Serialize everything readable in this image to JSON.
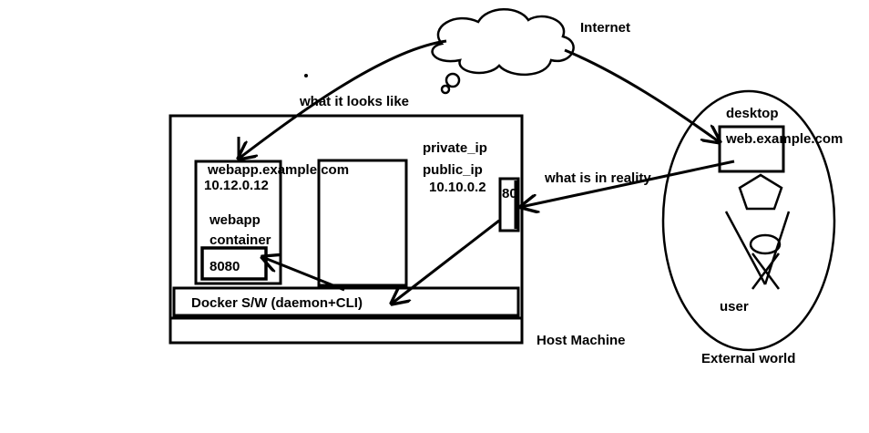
{
  "diagram": {
    "labels": {
      "internet": "Internet",
      "what_it_looks_like": "what it looks like",
      "what_is_in_reality": "what is in reality",
      "desktop": "desktop",
      "desktop_url": "web.example.com",
      "user": "user",
      "external_world": "External world",
      "host_machine": "Host Machine",
      "private_ip": "private_ip",
      "public_ip": "public_ip",
      "host_ip": "10.10.0.2",
      "host_port": "80",
      "container_hostname": "webapp.example.com",
      "container_ip": "10.12.0.12",
      "container_name_line1": "webapp",
      "container_name_line2": "container",
      "container_port": "8080",
      "docker_software": "Docker S/W (daemon+CLI)"
    },
    "colors": {
      "stroke": "#000000",
      "background": "#ffffff"
    }
  }
}
